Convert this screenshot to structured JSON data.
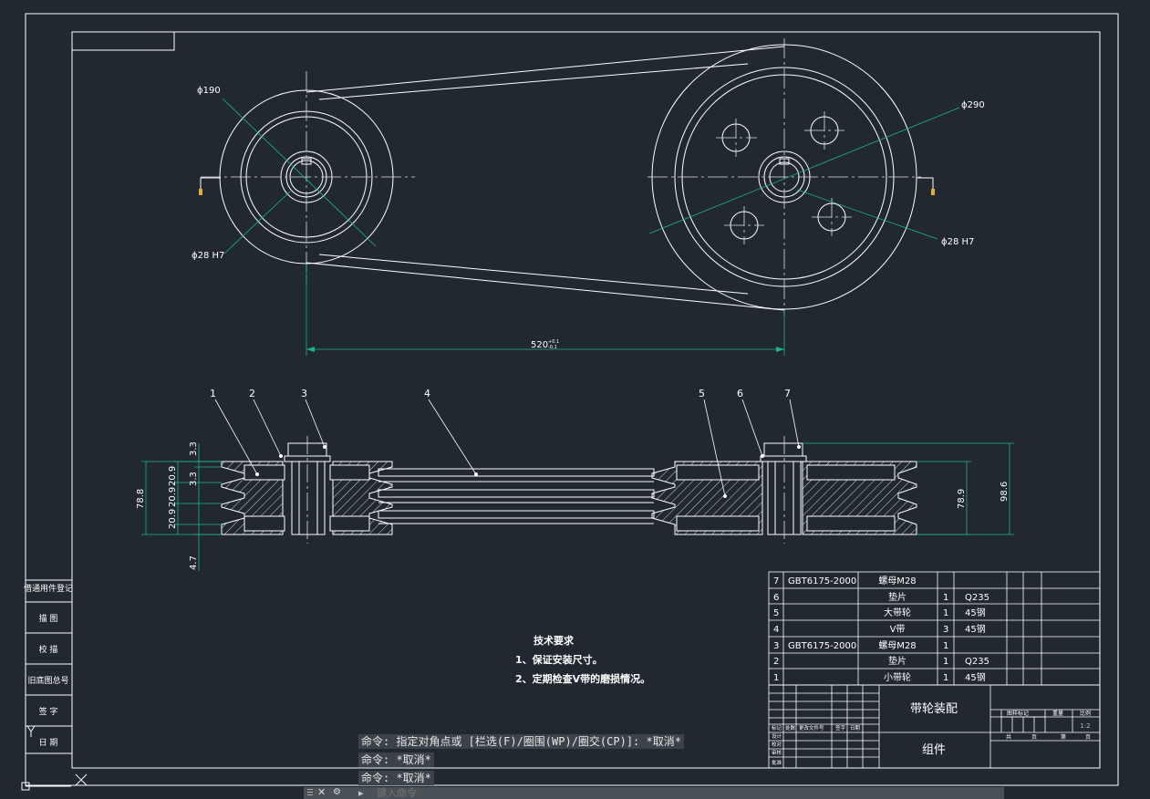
{
  "drawing": {
    "dims": {
      "small_dia": "ϕ190",
      "small_bore": "ϕ28 H7",
      "large_dia": "ϕ290",
      "large_bore": "ϕ28 H7",
      "center_distance": "520",
      "tol_plus": "+0.1",
      "tol_minus": "-0.1"
    },
    "section_dims": {
      "v1": "3.3",
      "v2": "3.3",
      "v3": "20.9",
      "v4": "20.9",
      "v5": "20.9",
      "height_left": "78.8",
      "bottom": "4.7",
      "height_right": "78.9",
      "total": "98.6"
    },
    "balloons": [
      "1",
      "2",
      "3",
      "4",
      "5",
      "6",
      "7"
    ],
    "tech_req": {
      "title": "技术要求",
      "item1": "1、保证安装尺寸。",
      "item2": "2、定期检查V带的磨损情况。"
    },
    "bom": [
      {
        "no": "7",
        "code": "GBT6175-2000",
        "name": "螺母M28",
        "qty": "",
        "mat": ""
      },
      {
        "no": "6",
        "code": "",
        "name": "垫片",
        "qty": "1",
        "mat": "Q235"
      },
      {
        "no": "5",
        "code": "",
        "name": "大带轮",
        "qty": "1",
        "mat": "45钢"
      },
      {
        "no": "4",
        "code": "",
        "name": "V带",
        "qty": "3",
        "mat": "45钢"
      },
      {
        "no": "3",
        "code": "GBT6175-2000",
        "name": "螺母M28",
        "qty": "1",
        "mat": ""
      },
      {
        "no": "2",
        "code": "",
        "name": "垫片",
        "qty": "1",
        "mat": "Q235"
      },
      {
        "no": "1",
        "code": "",
        "name": "小带轮",
        "qty": "1",
        "mat": "45钢"
      }
    ],
    "title_block": {
      "drawing_name": "带轮装配",
      "company": "组件",
      "stage": "图样标记",
      "weight": "重量",
      "scale_label": "比例",
      "scale": "1:2",
      "sheet_total": "共",
      "sheet_of": "页",
      "sheet_no": "第",
      "sheet_page": "页",
      "rev_cols": [
        "标记",
        "处数",
        "更改文件号",
        "签字",
        "日期"
      ],
      "roles": [
        "设计",
        "校对",
        "审核",
        "批准"
      ]
    },
    "side_labels": [
      "借通用件登记",
      "描 图",
      "校 描",
      "旧底图总号",
      "签 字",
      "日 期"
    ]
  },
  "command": {
    "history": [
      "命令: 指定对角点或 [栏选(F)/圈围(WP)/圈交(CP)]: *取消*",
      "命令: *取消*",
      "命令: *取消*"
    ],
    "prompt_symbol": "▸",
    "placeholder": "键入命令"
  },
  "colors": {
    "background": "#212830",
    "lines": "#ffffff",
    "centerline": "#e0e0e0",
    "dimension": "#1fb38c",
    "hatch": "#ffffff",
    "accent": "#e0b030"
  }
}
